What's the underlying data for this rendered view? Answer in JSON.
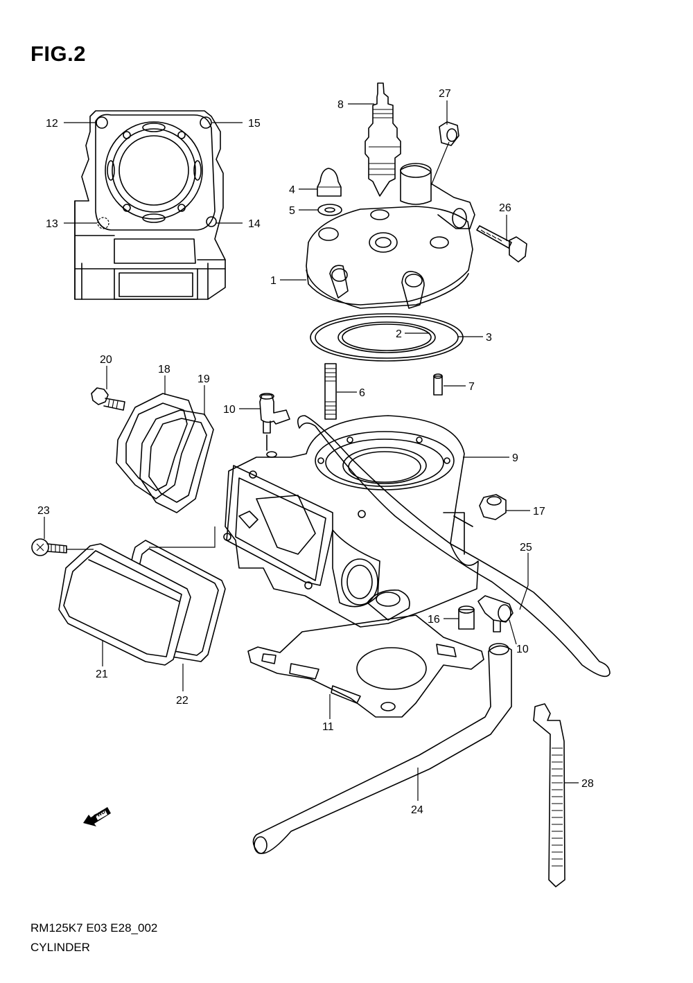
{
  "figure": {
    "title": "FIG.2",
    "code": "RM125K7 E03 E28_002",
    "name": "CYLINDER",
    "fwd_label": "FWD"
  },
  "callouts": [
    {
      "id": "c1",
      "text": "1"
    },
    {
      "id": "c2",
      "text": "2"
    },
    {
      "id": "c3",
      "text": "3"
    },
    {
      "id": "c4",
      "text": "4"
    },
    {
      "id": "c5",
      "text": "5"
    },
    {
      "id": "c6",
      "text": "6"
    },
    {
      "id": "c7",
      "text": "7"
    },
    {
      "id": "c8",
      "text": "8"
    },
    {
      "id": "c9",
      "text": "9"
    },
    {
      "id": "c10a",
      "text": "10"
    },
    {
      "id": "c10b",
      "text": "10"
    },
    {
      "id": "c11",
      "text": "11"
    },
    {
      "id": "c12",
      "text": "12"
    },
    {
      "id": "c13",
      "text": "13"
    },
    {
      "id": "c14",
      "text": "14"
    },
    {
      "id": "c15",
      "text": "15"
    },
    {
      "id": "c16",
      "text": "16"
    },
    {
      "id": "c17",
      "text": "17"
    },
    {
      "id": "c18",
      "text": "18"
    },
    {
      "id": "c19",
      "text": "19"
    },
    {
      "id": "c20",
      "text": "20"
    },
    {
      "id": "c21",
      "text": "21"
    },
    {
      "id": "c22",
      "text": "22"
    },
    {
      "id": "c23",
      "text": "23"
    },
    {
      "id": "c24",
      "text": "24"
    },
    {
      "id": "c25",
      "text": "25"
    },
    {
      "id": "c26",
      "text": "26"
    },
    {
      "id": "c27",
      "text": "27"
    },
    {
      "id": "c28",
      "text": "28"
    }
  ]
}
